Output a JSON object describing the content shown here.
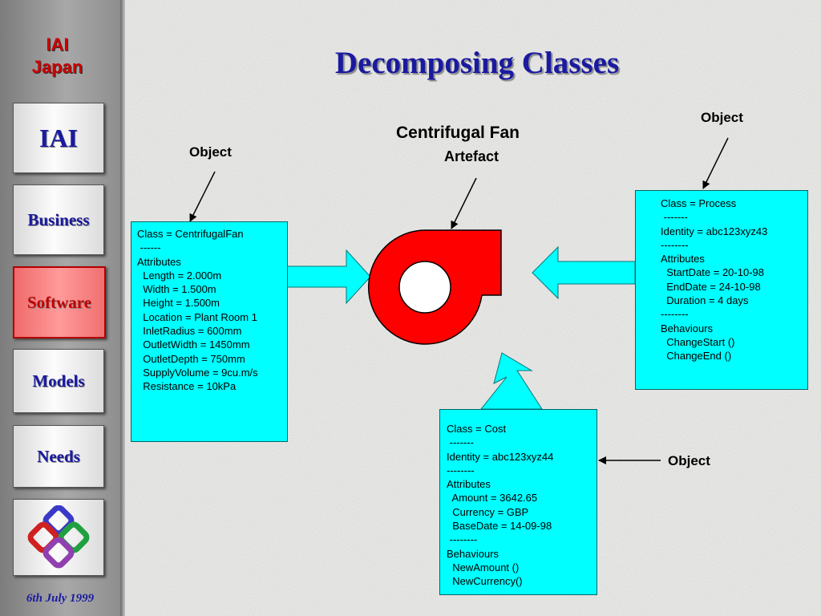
{
  "sidebar": {
    "org_line1": "IAI",
    "org_line2": "Japan",
    "nav": [
      {
        "label": "IAI"
      },
      {
        "label": "Business"
      },
      {
        "label": "Software",
        "active": true
      },
      {
        "label": "Models"
      },
      {
        "label": "Needs"
      }
    ],
    "logo_icon": "interlocked-rings-logo-icon",
    "date": "6th July 1999"
  },
  "slide": {
    "title": "Decomposing Classes",
    "center_title": "Centrifugal Fan",
    "center_subtitle": "Artefact",
    "label_object_left": "Object",
    "label_object_right_top": "Object",
    "label_object_right_bottom": "Object",
    "fan_icon": "centrifugal-fan-icon",
    "colors": {
      "box_fill": "#00ffff",
      "fan_fill": "#ff0000",
      "title": "#1a1aa0"
    },
    "boxes": {
      "centrifugalfan": [
        "Class = CentrifugalFan",
        " ------",
        "Attributes",
        "  Length = 2.000m",
        "  Width = 1.500m",
        "  Height = 1.500m",
        "  Location = Plant Room 1",
        "  InletRadius = 600mm",
        "  OutletWidth = 1450mm",
        "  OutletDepth = 750mm",
        "  SupplyVolume = 9cu.m/s",
        "  Resistance = 10kPa"
      ],
      "process": [
        "Class = Process",
        " -------",
        "Identity = abc123xyz43",
        "--------",
        "Attributes",
        "  StartDate = 20-10-98",
        "  EndDate = 24-10-98",
        "  Duration = 4 days",
        "--------",
        "Behaviours",
        "  ChangeStart ()",
        "  ChangeEnd ()"
      ],
      "cost": [
        "Class = Cost",
        " -------",
        "Identity = abc123xyz44",
        "--------",
        "Attributes",
        "  Amount = 3642.65",
        "  Currency = GBP",
        "  BaseDate = 14-09-98",
        " --------",
        "Behaviours",
        "  NewAmount ()",
        "  NewCurrency()"
      ]
    }
  }
}
